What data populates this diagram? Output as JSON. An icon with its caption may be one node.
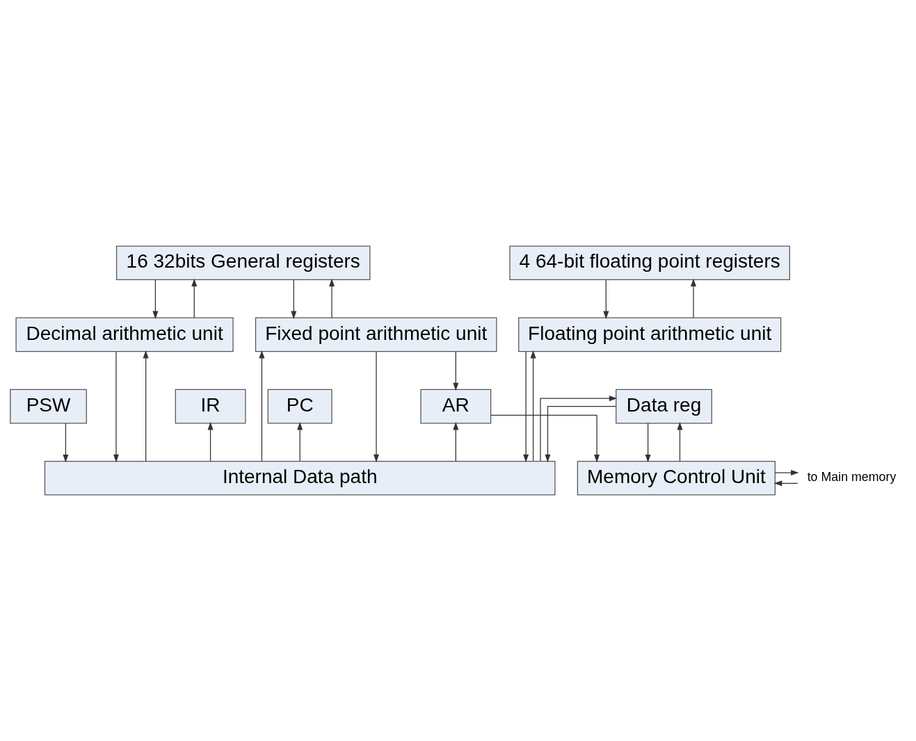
{
  "diagram": {
    "nodes": [
      {
        "text": [
          "16 32bits General registers"
        ]
      },
      {
        "text": [
          "4 64-bit floating point registers"
        ]
      },
      {
        "text": [
          "Fixed point arithmetic unit"
        ]
      },
      {
        "text": [
          "Decimal arithmetic unit"
        ]
      },
      {
        "text": [
          "Floating point arithmetic unit"
        ]
      },
      {
        "text": [
          "Internal Data path"
        ]
      },
      {
        "text": [
          "AR"
        ]
      },
      {
        "text": [
          "IR"
        ]
      },
      {
        "text": [
          "PSW"
        ]
      },
      {
        "text": [
          "PC"
        ]
      },
      {
        "text": [
          "Data reg"
        ]
      },
      {
        "text": [
          "Memory Control Unit"
        ]
      },
      {
        "text": [
          "to Main memory"
        ]
      }
    ],
    "edges": [
      {
        "from": 2,
        "to": 0,
        "arrow": "to"
      },
      {
        "from": 0,
        "to": 2,
        "arrow": "to"
      },
      {
        "from": 0,
        "to": 3,
        "arrow": "to"
      },
      {
        "from": 3,
        "to": 0,
        "arrow": "to"
      },
      {
        "from": 1,
        "to": 4,
        "arrow": "to"
      },
      {
        "from": 4,
        "to": 1,
        "arrow": "to"
      },
      {
        "from": 2,
        "to": 5,
        "arrow": "to"
      },
      {
        "from": 5,
        "to": 2,
        "arrow": "to"
      },
      {
        "from": 3,
        "to": 5,
        "arrow": "to"
      },
      {
        "from": 5,
        "to": 3,
        "arrow": "to"
      },
      {
        "from": 4,
        "to": 5,
        "arrow": "to"
      },
      {
        "from": 5,
        "to": 4,
        "arrow": "to"
      },
      {
        "from": 2,
        "to": 6,
        "arrow": "to"
      },
      {
        "from": 5,
        "to": 6,
        "arrow": "to"
      },
      {
        "from": 5,
        "to": 7,
        "arrow": "to"
      },
      {
        "from": 8,
        "to": 5,
        "arrow": "to"
      },
      {
        "from": 5,
        "to": 9,
        "arrow": "to"
      },
      {
        "from": 5,
        "to": 10,
        "arrow": "to"
      },
      {
        "from": 10,
        "to": 5,
        "arrow": "to"
      },
      {
        "from": 10,
        "to": 11,
        "arrow": "to"
      },
      {
        "from": 11,
        "to": 10,
        "arrow": "to"
      },
      {
        "from": 6,
        "to": 11,
        "arrow": "to"
      },
      {
        "from": 11,
        "to": 12,
        "arrow": "to"
      },
      {
        "from": 12,
        "to": 11,
        "arrow": "to"
      }
    ]
  }
}
